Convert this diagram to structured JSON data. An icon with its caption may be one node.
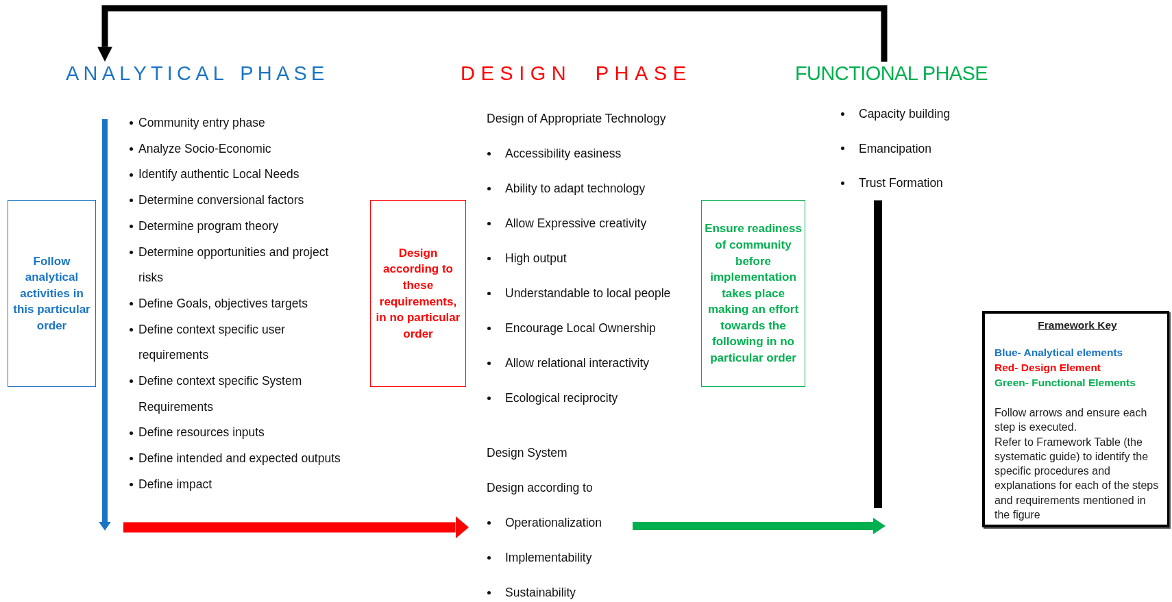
{
  "diagram": {
    "nodes": [
      {
        "text": [
          "ANALYTICAL PHASE"
        ]
      },
      {
        "text": [
          "DESIGN PHASE"
        ]
      },
      {
        "text": [
          "FUNCTIONAL PHASE"
        ]
      },
      {
        "text": [
          "Community entry phase",
          "Analyze Socio-Economic",
          "Identify authentic Local Needs",
          "Determine conversional factors",
          "Determine program theory",
          "Determine opportunities and project risks",
          "Define Goals, objectives targets",
          "Define context specific user requirements",
          "Define context specific System Requirements",
          "Define resources inputs",
          "Define intended and expected outputs",
          "Define impact"
        ]
      },
      {
        "text": [
          "Design of Appropriate Technology",
          "Accessibility easiness",
          "Ability to adapt technology",
          "Allow Expressive creativity",
          "High output",
          "Understandable to local people",
          "Encourage Local Ownership",
          "Allow relational interactivity",
          "Ecological reciprocity"
        ]
      },
      {
        "text": [
          "Capacity building",
          "Emancipation",
          "Trust Formation"
        ]
      },
      {
        "text": [
          "Follow analytical activities in this particular order"
        ]
      },
      {
        "text": [
          "Design according to these requirements, in no particular order"
        ]
      },
      {
        "text": [
          "Ensure readiness of community before implementation takes place making an effort towards the following in no particular order"
        ]
      },
      {
        "text": [
          "Framework Key",
          "Follow arrows and ensure each step is executed.",
          "Refer to Framework Table (the systematic guide) to identify the specific procedures and explanations for each of the steps and requirements mentioned in the figure"
        ]
      },
      {
        "text": [
          "Design System",
          "Design according to",
          "Operationalization",
          "Implementability",
          "Sustainability"
        ]
      }
    ],
    "edges": [
      {
        "from": 2,
        "to": 0,
        "arrow": "to",
        "color": "#000000"
      },
      {
        "from": 3,
        "to": 10,
        "arrow": "to",
        "color": "#ff0000"
      },
      {
        "from": 10,
        "to": null,
        "arrow": "to",
        "color": "#00b050"
      },
      {
        "from": 5,
        "to": null,
        "arrow": "none",
        "color": "#000000"
      }
    ],
    "legend": [
      {
        "text": "Blue- Analytical elements",
        "color": "#1b75c4"
      },
      {
        "text": "Red- Design Element",
        "color": "#ff0000"
      },
      {
        "text": "Green- Functional Elements",
        "color": "#00b050"
      }
    ]
  }
}
